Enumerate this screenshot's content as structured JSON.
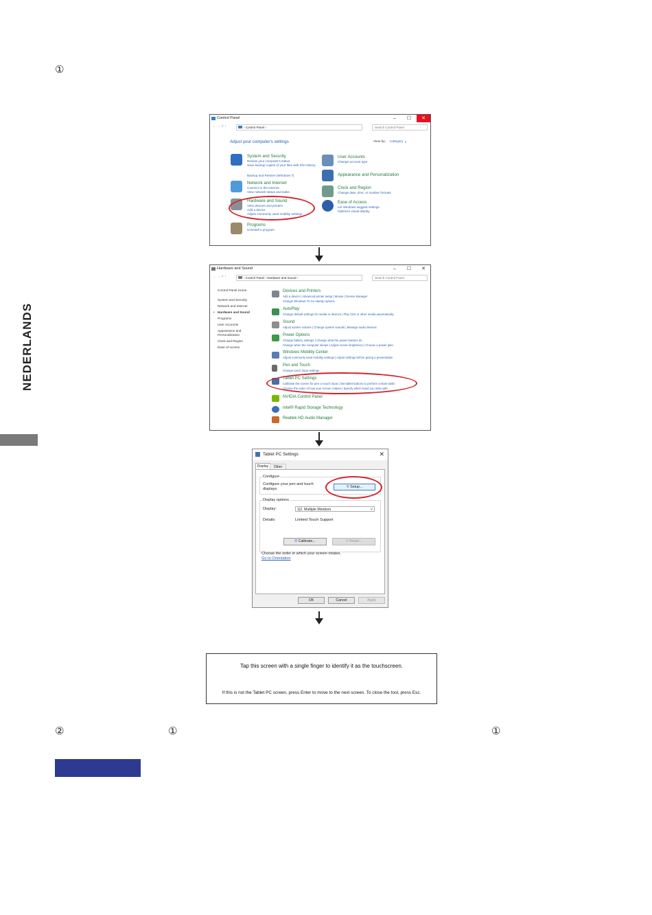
{
  "page": {
    "side_tab_label": "NEDERLANDS",
    "step1_marker": "①",
    "step2_marker": "②",
    "step2_ref_a": "①",
    "step2_ref_b": "①"
  },
  "control_panel": {
    "title": "Control Panel",
    "breadcrumb": "Control Panel",
    "search_placeholder": "Search Control Panel",
    "heading": "Adjust your computer's settings",
    "view_by_label": "View by:",
    "view_by_value": "Category",
    "categories": [
      {
        "title": "System and Security",
        "links": [
          "Review your computer's status",
          "Save backup copies of your files with File History",
          "Backup and Restore (Windows 7)"
        ]
      },
      {
        "title": "Network and Internet",
        "links": [
          "Connect to the Internet",
          "View network status and tasks"
        ]
      },
      {
        "title": "Hardware and Sound",
        "links": [
          "View devices and printers",
          "Add a device",
          "Adjust commonly used mobility settings"
        ]
      },
      {
        "title": "Programs",
        "links": [
          "Uninstall a program"
        ]
      },
      {
        "title": "User Accounts",
        "links": [
          "Change account type"
        ]
      },
      {
        "title": "Appearance and Personalization",
        "links": []
      },
      {
        "title": "Clock and Region",
        "links": [
          "Change date, time, or number formats"
        ]
      },
      {
        "title": "Ease of Access",
        "links": [
          "Let Windows suggest settings",
          "Optimize visual display"
        ]
      }
    ]
  },
  "hardware_sound": {
    "title": "Hardware and Sound",
    "breadcrumb_root": "Control Panel",
    "breadcrumb_current": "Hardware and Sound",
    "search_placeholder": "Search Control Panel",
    "left_nav": [
      "Control Panel Home",
      "System and Security",
      "Network and Internet",
      "Hardware and Sound",
      "Programs",
      "User Accounts",
      "Appearance and Personalization",
      "Clock and Region",
      "Ease of Access"
    ],
    "sections": [
      {
        "title": "Devices and Printers",
        "links": [
          "Add a device  |  Advanced printer setup  |  Mouse  |  Device Manager",
          "Change Windows To Go startup options"
        ]
      },
      {
        "title": "AutoPlay",
        "links": [
          "Change default settings for media or devices  |  Play CDs or other media automatically"
        ]
      },
      {
        "title": "Sound",
        "links": [
          "Adjust system volume  |  Change system sounds  |  Manage audio devices"
        ]
      },
      {
        "title": "Power Options",
        "links": [
          "Change battery settings  |  Change what the power buttons do",
          "Change when the computer sleeps  |  Adjust screen brightness  |  Choose a power plan"
        ]
      },
      {
        "title": "Windows Mobility Center",
        "links": [
          "Adjust commonly used mobility settings  |  Adjust settings before giving a presentation"
        ]
      },
      {
        "title": "Pen and Touch",
        "links": [
          "Change touch input settings"
        ]
      },
      {
        "title": "Tablet PC Settings",
        "links": [
          "Calibrate the screen for pen or touch input  |  Set tablet buttons to perform certain tasks",
          "Choose the order of how your screen rotates  |  Specify which hand you write with"
        ]
      },
      {
        "title": "NVIDIA Control Panel",
        "links": []
      },
      {
        "title": "Intel® Rapid Storage Technology",
        "links": []
      },
      {
        "title": "Realtek HD Audio Manager",
        "links": []
      }
    ]
  },
  "tablet_dialog": {
    "title": "Tablet PC Settings",
    "tabs": [
      "Display",
      "Other"
    ],
    "configure_label": "Configure",
    "configure_text_1": "Configure your pen and touch",
    "configure_text_2": "displays.",
    "setup_button": "Setup...",
    "display_options_label": "Display options",
    "display_label": "Display:",
    "display_value": "1|2. Multiple Monitors",
    "details_label": "Details:",
    "details_value": "Limited Touch Support",
    "calibrate_button": "Calibrate...",
    "reset_button": "Reset...",
    "orientation_text": "Choose the order in which your screen rotates.",
    "orientation_link": "Go to Orientation",
    "ok_button": "OK",
    "cancel_button": "Cancel",
    "apply_button": "Apply"
  },
  "touch_screen": {
    "line1": "Tap this screen with a single finger to identify it as the touchscreen.",
    "line2": "If this is not the Tablet PC screen, press Enter to move to the next screen. To close the tool, press Esc."
  },
  "colors": {
    "accent_red": "#d2232a",
    "category_green": "#1e7a3c",
    "link_blue": "#2f63b5",
    "bar_blue": "#2e3a8f",
    "side_gray": "#7a7a7a"
  }
}
